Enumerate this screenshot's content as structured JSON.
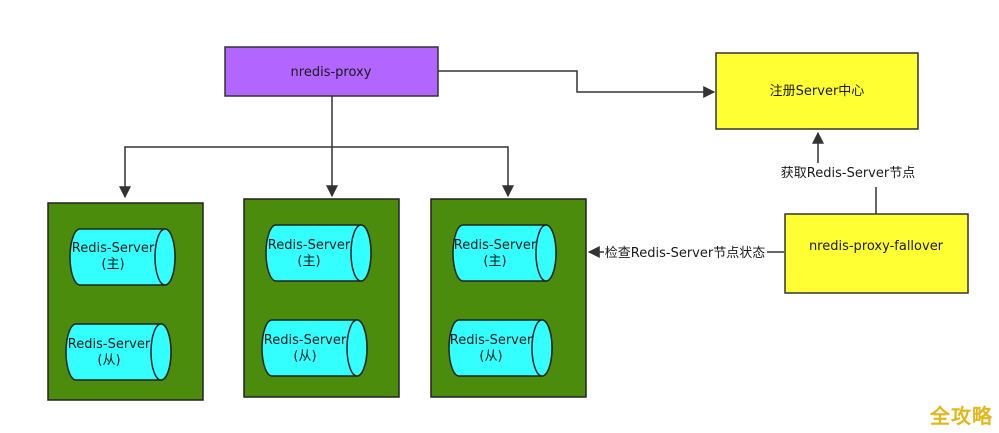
{
  "proxy": {
    "label": "nredis-proxy"
  },
  "registry": {
    "label": "注册Server中心"
  },
  "fallover": {
    "label": "nredis-proxy-fallover"
  },
  "edges": {
    "get_nodes": "获取Redis-Server节点",
    "check_status": "检查Redis-Server节点状态"
  },
  "groups": [
    {
      "master": {
        "name": "Redis-Server",
        "role": "(主)"
      },
      "slave": {
        "name": "Redis-Server",
        "role": "(从)"
      }
    },
    {
      "master": {
        "name": "Redis-Server",
        "role": "(主)"
      },
      "slave": {
        "name": "Redis-Server",
        "role": "(从)"
      }
    },
    {
      "master": {
        "name": "Redis-Server",
        "role": "(主)"
      },
      "slave": {
        "name": "Redis-Server",
        "role": "(从)"
      }
    }
  ],
  "watermark": "全攻略",
  "colors": {
    "proxy_fill": "#b266ff",
    "yellow_fill": "#ffff33",
    "group_fill": "#4b8c0c",
    "cylinder_fill": "#33ffff",
    "line": "#333333"
  }
}
